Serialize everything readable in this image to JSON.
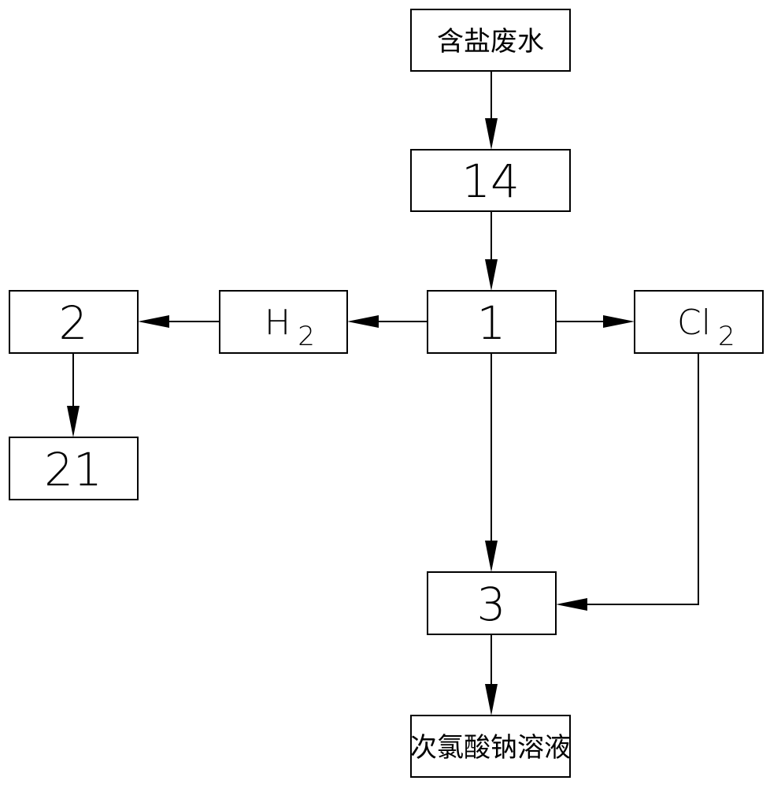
{
  "diagram": {
    "nodes": {
      "wastewater": {
        "label": "含盐废水"
      },
      "n14": {
        "label": "14"
      },
      "n1": {
        "label": "1"
      },
      "h2": {
        "symbol": "H",
        "subscript": "2"
      },
      "cl2": {
        "symbol": "Cl",
        "subscript": "2"
      },
      "n2": {
        "label": "2"
      },
      "n21": {
        "label": "21"
      },
      "n3": {
        "label": "3"
      },
      "hypochlorite": {
        "label": "次氯酸钠溶液"
      }
    }
  }
}
